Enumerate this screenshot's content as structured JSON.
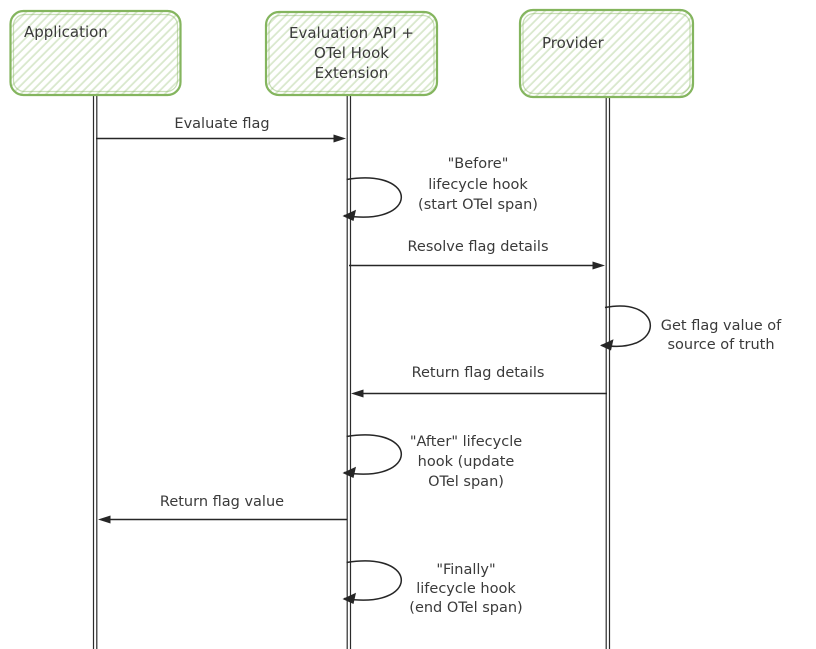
{
  "diagram": {
    "type": "sequence-diagram",
    "actors": [
      {
        "id": "application",
        "label": "Application"
      },
      {
        "id": "evaluation-api",
        "lines": [
          "Evaluation API +",
          "OTel Hook",
          "Extension"
        ]
      },
      {
        "id": "provider",
        "label": "Provider"
      }
    ],
    "messages": [
      {
        "id": "evaluate-flag",
        "label": "Evaluate flag",
        "from": "application",
        "to": "evaluation-api",
        "kind": "arrow-right"
      },
      {
        "id": "before-hook",
        "kind": "self-loop",
        "actor": "evaluation-api",
        "lines": [
          "\"Before\"",
          "lifecycle hook",
          "(start OTel span)"
        ]
      },
      {
        "id": "resolve-flag-details",
        "label": "Resolve flag details",
        "from": "evaluation-api",
        "to": "provider",
        "kind": "arrow-right"
      },
      {
        "id": "get-flag-value",
        "kind": "self-loop",
        "actor": "provider",
        "lines": [
          "Get flag value of",
          "source of truth"
        ]
      },
      {
        "id": "return-flag-details",
        "label": "Return flag details",
        "from": "provider",
        "to": "evaluation-api",
        "kind": "arrow-left"
      },
      {
        "id": "after-hook",
        "kind": "self-loop",
        "actor": "evaluation-api",
        "lines": [
          "\"After\" lifecycle",
          "hook (update",
          "OTel span)"
        ]
      },
      {
        "id": "return-flag-value",
        "label": "Return flag value",
        "from": "evaluation-api",
        "to": "application",
        "kind": "arrow-left"
      },
      {
        "id": "finally-hook",
        "kind": "self-loop",
        "actor": "evaluation-api",
        "lines": [
          "\"Finally\"",
          "lifecycle hook",
          "(end OTel span)"
        ]
      }
    ],
    "colors": {
      "actor_border": "#84b55e",
      "actor_hatch": "#d9e8cd",
      "line": "#262626",
      "text": "#3a3a3a",
      "background": "#ffffff"
    }
  }
}
